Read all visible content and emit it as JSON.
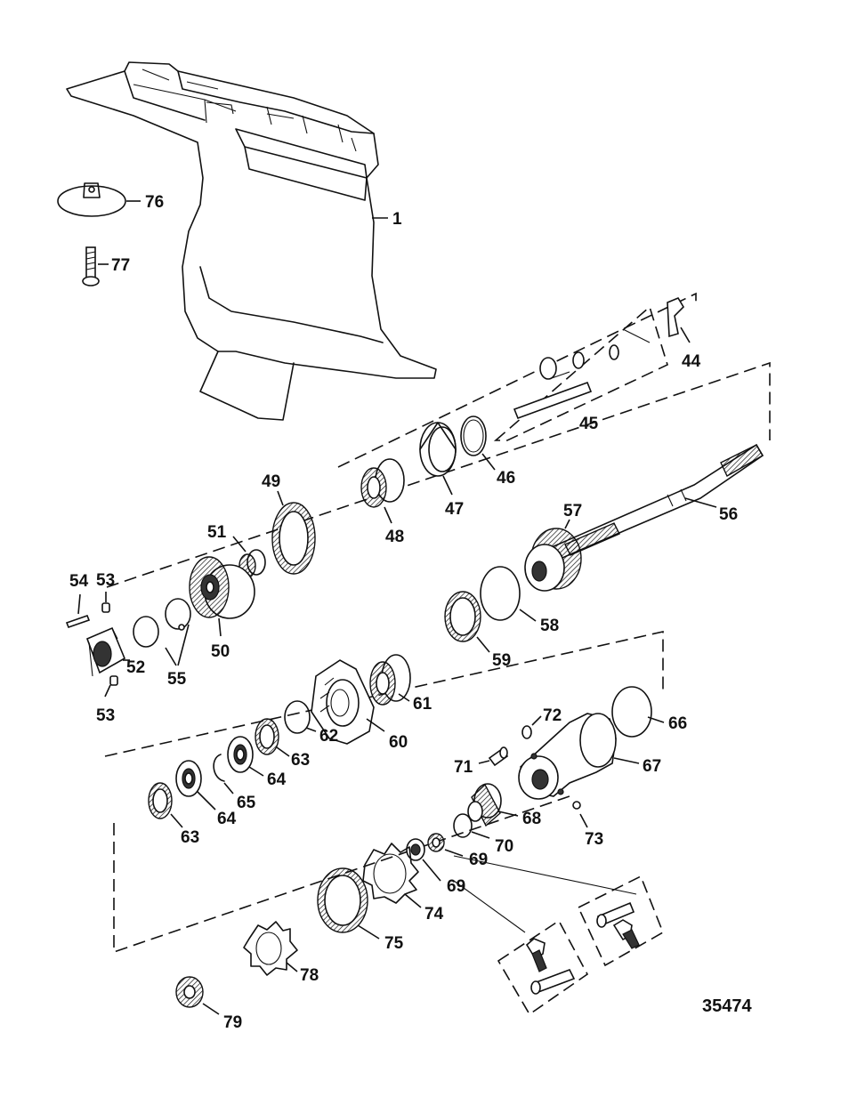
{
  "callouts": {
    "c1": "1",
    "c44": "44",
    "c45": "45",
    "c46": "46",
    "c47": "47",
    "c48": "48",
    "c49": "49",
    "c50": "50",
    "c51": "51",
    "c52": "52",
    "c53a": "53",
    "c53b": "53",
    "c54": "54",
    "c55": "55",
    "c56": "56",
    "c57": "57",
    "c58": "58",
    "c59": "59",
    "c60": "60",
    "c61": "61",
    "c62": "62",
    "c63a": "63",
    "c63b": "63",
    "c64a": "64",
    "c64b": "64",
    "c65": "65",
    "c66": "66",
    "c67": "67",
    "c68": "68",
    "c69a": "69",
    "c69b": "69",
    "c70": "70",
    "c71": "71",
    "c72": "72",
    "c73": "73",
    "c74": "74",
    "c75": "75",
    "c76": "76",
    "c77": "77",
    "c78": "78",
    "c79": "79"
  },
  "figure_number": "35474"
}
